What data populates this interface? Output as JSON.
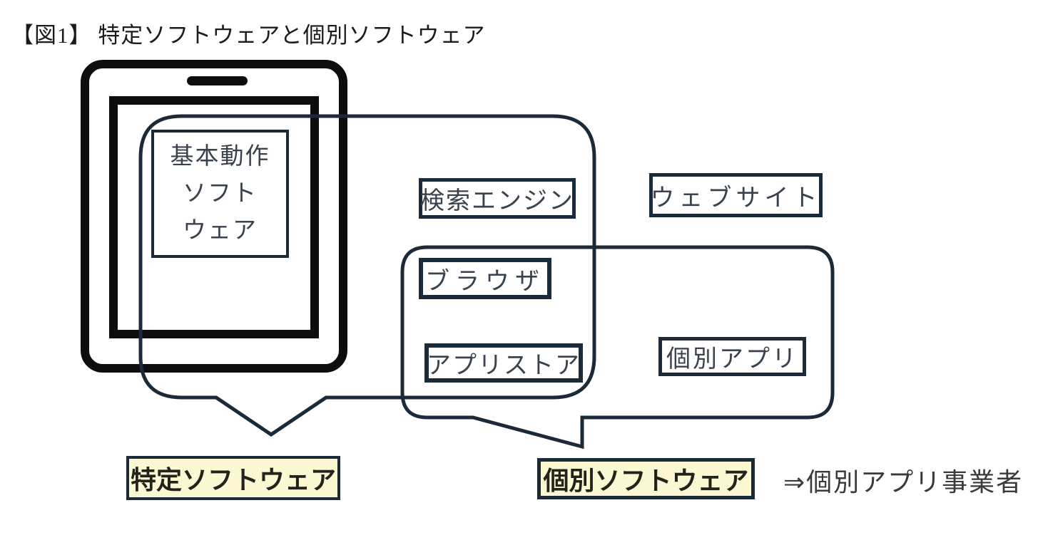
{
  "title": "【図1】 特定ソフトウェアと個別ソフトウェア",
  "phone": {
    "basic_software_box": {
      "lines": [
        "基本動作",
        "ソフト",
        "ウェア"
      ]
    }
  },
  "boxes": {
    "search_engine": "検索エンジン",
    "website": "ウェブサイト",
    "browser": "ブラウザ",
    "app_store": "アプリストア",
    "individual_app": "個別アプリ"
  },
  "labels": {
    "specific_software": "特定ソフトウェア",
    "individual_software": "個別ソフトウェア",
    "note": "⇒個別アプリ事業者"
  },
  "icons": {
    "phone": "smartphone-outline-icon",
    "speaker": "speaker-slot-icon",
    "screen": "phone-screen-frame",
    "bubble_specific": "speech-bubble-specific-software",
    "bubble_individual": "speech-bubble-individual-software"
  },
  "colors": {
    "line_navy": "#1b2a38",
    "phone_black": "#0d0d0d",
    "label_bg": "#fcf8d4",
    "box_text": "#3a424e",
    "label_text": "#23231a",
    "note_text": "#3a3a3a",
    "background": "#ffffff"
  }
}
